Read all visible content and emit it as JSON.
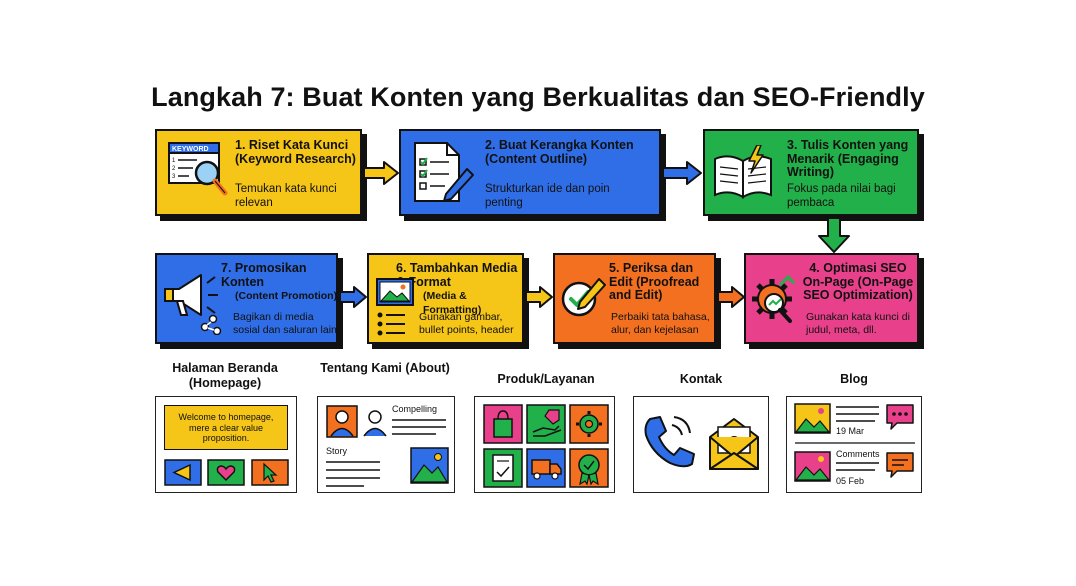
{
  "title": "Langkah 7: Buat Konten yang Berkualitas dan SEO-Friendly",
  "colors": {
    "yellow": "#f5c518",
    "blue": "#2f6ee6",
    "green": "#22b04a",
    "pink": "#e8408a",
    "orange": "#f37021",
    "arrow_yellow": "#f5c518",
    "arrow_green": "#22b04a"
  },
  "steps": [
    {
      "title": "1. Riset Kata Kunci (Keyword Research)",
      "desc": "Temukan kata kunci relevan",
      "icon": "keyword-search-icon",
      "icon_label": "KEYWORD",
      "icon_rows": [
        "1",
        "2",
        "3"
      ]
    },
    {
      "title": "2. Buat Kerangka Konten (Content Outline)",
      "desc": "Strukturkan ide dan poin penting",
      "icon": "checklist-pen-icon"
    },
    {
      "title": "3. Tulis Konten yang Menarik (Engaging Writing)",
      "desc": "Fokus pada nilai bagi pembaca",
      "icon": "book-lightning-icon"
    },
    {
      "title": "4. Optimasi SEO On-Page (On-Page SEO Optimization)",
      "desc": "Gunakan kata kunci di judul, meta, dll.",
      "icon": "gear-magnifier-icon"
    },
    {
      "title": "5. Periksa dan Edit (Proofread and Edit)",
      "desc": "Perbaiki tata bahasa, alur, dan kejelasan",
      "icon": "check-pencil-icon"
    },
    {
      "title_main": "6. Tambahkan Media & Format",
      "title_sub": "(Media & Formatting)",
      "desc": "Gunakan gambar, bullet points, header",
      "icon": "image-list-icon"
    },
    {
      "title_main": "7. Promosikan Konten",
      "title_sub": "(Content Promotion)",
      "desc": "Bagikan di media sosial dan saluran lain",
      "icon": "megaphone-share-icon"
    }
  ],
  "sections": [
    {
      "title": "Halaman Beranda (Homepage)",
      "banner": "Welcome to homepage, mere a clear value proposition."
    },
    {
      "title": "Tentang Kami (About)",
      "label_top": "Compelling",
      "label_mid": "Story"
    },
    {
      "title": "Produk/Layanan"
    },
    {
      "title": "Kontak"
    },
    {
      "title": "Blog",
      "date1": "19 Mar",
      "comments": "Comments",
      "date2": "05 Feb"
    }
  ]
}
